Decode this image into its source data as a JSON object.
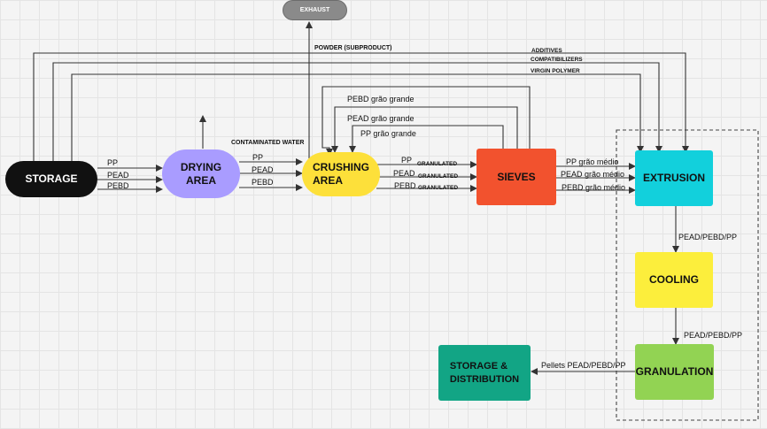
{
  "nodes": {
    "exhaust": "EXHAUST",
    "storage": "STORAGE",
    "drying": "DRYING\nAREA",
    "crushing": "CRUSHING\nAREA",
    "sieves": "SIEVES",
    "extrusion": "EXTRUSION",
    "cooling": "COOLING",
    "granulation": "GRANULATION",
    "storage_distribution": "STORAGE &\nDISTRIBUTION"
  },
  "labels": {
    "powder": "POWDER (SUBPRODUCT)",
    "additives": "ADDITIVES",
    "compatibilizers": "COMPATIBILIZERS",
    "virgin_polymer": "VIRGIN POLYMER",
    "pebd_grande": "PEBD grão grande",
    "pead_grande": "PEAD grão grande",
    "pp_grande": "PP grão grande",
    "contaminated_water": "CONTAMINATED WATER",
    "s_pp": "PP",
    "s_pead": "PEAD",
    "s_pebd": "PEBD",
    "d_pp": "PP",
    "d_pead": "PEAD",
    "d_pebd": "PEBD",
    "c_pp": "PP",
    "c_pead": "PEAD",
    "c_pebd": "PEBD",
    "gran1": "GRANULATED",
    "gran2": "GRANULATED",
    "gran3": "GRANULATED",
    "pp_medio": "PP grão médio",
    "pead_medio": "PEAD grão médio",
    "pebd_medio": "PEBD grão médio",
    "ext_cool": "PEAD/PEBD/PP",
    "cool_gran": "PEAD/PEBD/PP",
    "pellets": "Pellets PEAD/PEBD/PP"
  },
  "colors": {
    "storage": "#111111",
    "drying": "#a99cff",
    "crushing": "#fde03a",
    "sieves": "#f2522e",
    "extrusion": "#12d0dc",
    "cooling": "#fcee3c",
    "granulation": "#92d353",
    "storage_distribution": "#12a585",
    "exhaust": "#8a8a8a"
  }
}
